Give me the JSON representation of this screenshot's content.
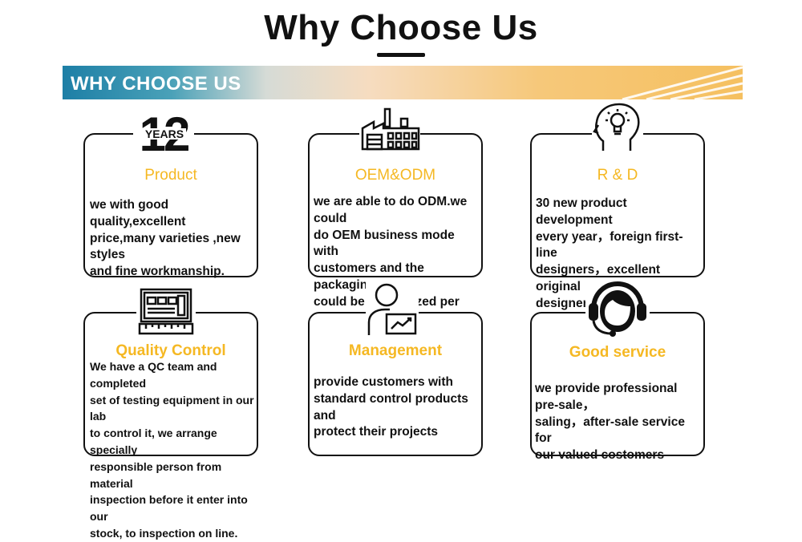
{
  "page": {
    "title": "Why Choose Us",
    "banner": "WHY CHOOSE US"
  },
  "icons": {
    "years_number": "12",
    "years_label": "YEARS"
  },
  "cards": [
    {
      "icon": "12-years-icon",
      "title": "Product",
      "text": "we with good quality,excellent\nprice,many varieties ,new styles\n and fine workmanship."
    },
    {
      "icon": "factory-icon",
      "title": "OEM&ODM",
      "text": "we are able to do ODM.we could\ndo OEM business mode with\ncustomers and the packaging\ncould be customized per\ncutomers’s requirement ."
    },
    {
      "icon": "lightbulb-head-icon",
      "title": "R & D",
      "text": "30 new product development\nevery year，foreign first-line\ndesigners，excellent original\ndesigners in China."
    },
    {
      "icon": "testing-equipment-icon",
      "title": "Quality Control",
      "text": "We have a QC team and completed\nset of testing equipment in our lab\nto control it, we arrange specially\nresponsible person from material\ninspection before it enter into our\nstock, to inspection on line."
    },
    {
      "icon": "manager-chart-icon",
      "title": "Management",
      "text": "provide customers with\nstandard control products and\nprotect their projects"
    },
    {
      "icon": "headset-support-icon",
      "title": "Good service",
      "text": " we provide professional pre-sale，\nsaling，after-sale service for\nour valued costomers"
    }
  ],
  "colors": {
    "accent": "#f5b823",
    "text": "#111111",
    "banner_start": "#1d7fa6",
    "banner_end": "#f5c060"
  }
}
